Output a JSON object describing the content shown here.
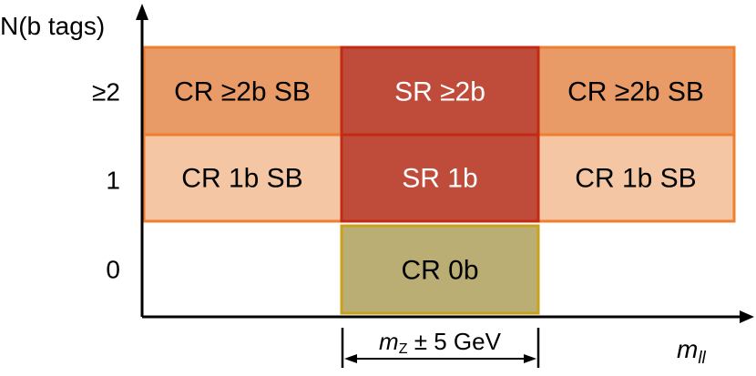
{
  "y_axis": {
    "title": "N(b tags)",
    "ticks": [
      "≥2",
      "1",
      "0"
    ]
  },
  "x_axis": {
    "title_main": "m",
    "title_sub": "ll",
    "window_main": "m",
    "window_sub": "Z",
    "window_rest": " ± 5 GeV"
  },
  "regions": {
    "cr2b_left": "CR ≥2b SB",
    "sr2b": "SR ≥2b",
    "cr2b_right": "CR ≥2b SB",
    "cr1b_left": "CR 1b SB",
    "sr1b": "SR 1b",
    "cr1b_right": "CR 1b SB",
    "cr0b": "CR 0b"
  },
  "colors": {
    "cr2b_fill": "#E89A67",
    "cr1b_fill": "#F5C6A3",
    "sr_fill": "#BF4C3A",
    "cr0b_fill": "#BBAE74",
    "cr_border": "#EF7F2E",
    "sr_border": "#C22A14",
    "cr0b_border": "#C9A21C"
  }
}
